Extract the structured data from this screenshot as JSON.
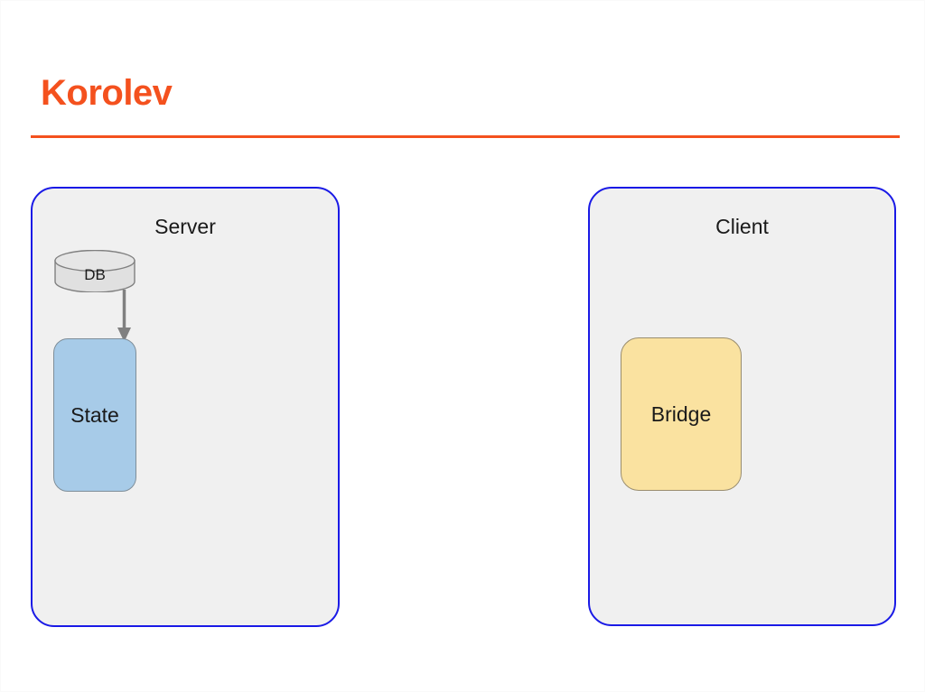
{
  "slide": {
    "title": "Korolev",
    "title_color": "#f4511e",
    "background_color": "#ffffff"
  },
  "diagram": {
    "type": "block-diagram",
    "zones": [
      {
        "id": "server",
        "label": "Server",
        "fill_color": "#f0f0f0",
        "border_color": "#1a1ae6",
        "nodes": [
          {
            "id": "db",
            "label": "DB",
            "shape": "cylinder",
            "fill_color": "#e0e0e0",
            "border_color": "#808080"
          },
          {
            "id": "state",
            "label": "State",
            "shape": "rounded-rect",
            "fill_color": "#a7cbe8",
            "border_color": "#7f8e99"
          }
        ],
        "connectors": [
          {
            "id": "db-to-state",
            "from": "db",
            "to": "state",
            "direction": "down",
            "style": "solid-arrow",
            "color": "#808080"
          }
        ]
      },
      {
        "id": "client",
        "label": "Client",
        "fill_color": "#f0f0f0",
        "border_color": "#1a1ae6",
        "nodes": [
          {
            "id": "bridge",
            "label": "Bridge",
            "shape": "rounded-rect",
            "fill_color": "#fae2a0",
            "border_color": "#9a8d6e"
          }
        ],
        "connectors": []
      }
    ]
  }
}
